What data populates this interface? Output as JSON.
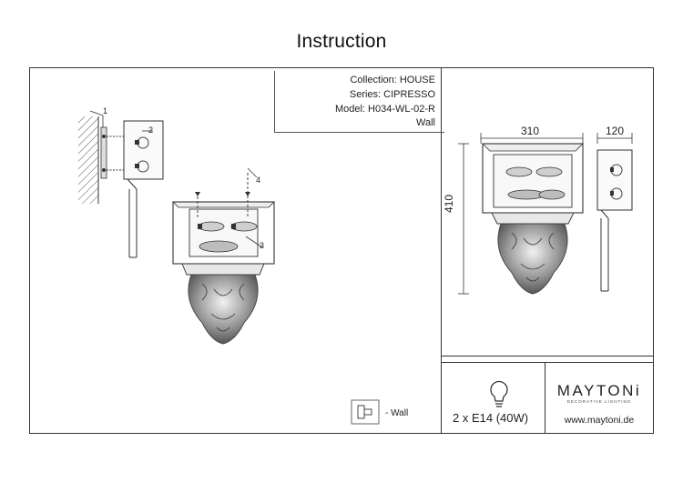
{
  "title": "Instruction",
  "info": {
    "collection": "Collection: HOUSE",
    "series": "Series: CIPRESSO",
    "model": "Model: H034-WL-02-R",
    "type": "Wall"
  },
  "callouts": [
    "1",
    "2",
    "3",
    "4"
  ],
  "dimensions": {
    "width": "310",
    "depth": "120",
    "height": "410"
  },
  "bulb": {
    "label": "2 x E14 (40W)",
    "icon": "light-bulb-icon"
  },
  "brand": {
    "name": "MAYTONi",
    "tagline": "DECORATIVE LIGHTING",
    "website": "www.maytoni.de"
  },
  "mounting": {
    "icon": "wall-mount-icon",
    "label": "- Wall"
  },
  "colors": {
    "line": "#333333",
    "shade": "#7a7a7a",
    "text": "#222222"
  }
}
